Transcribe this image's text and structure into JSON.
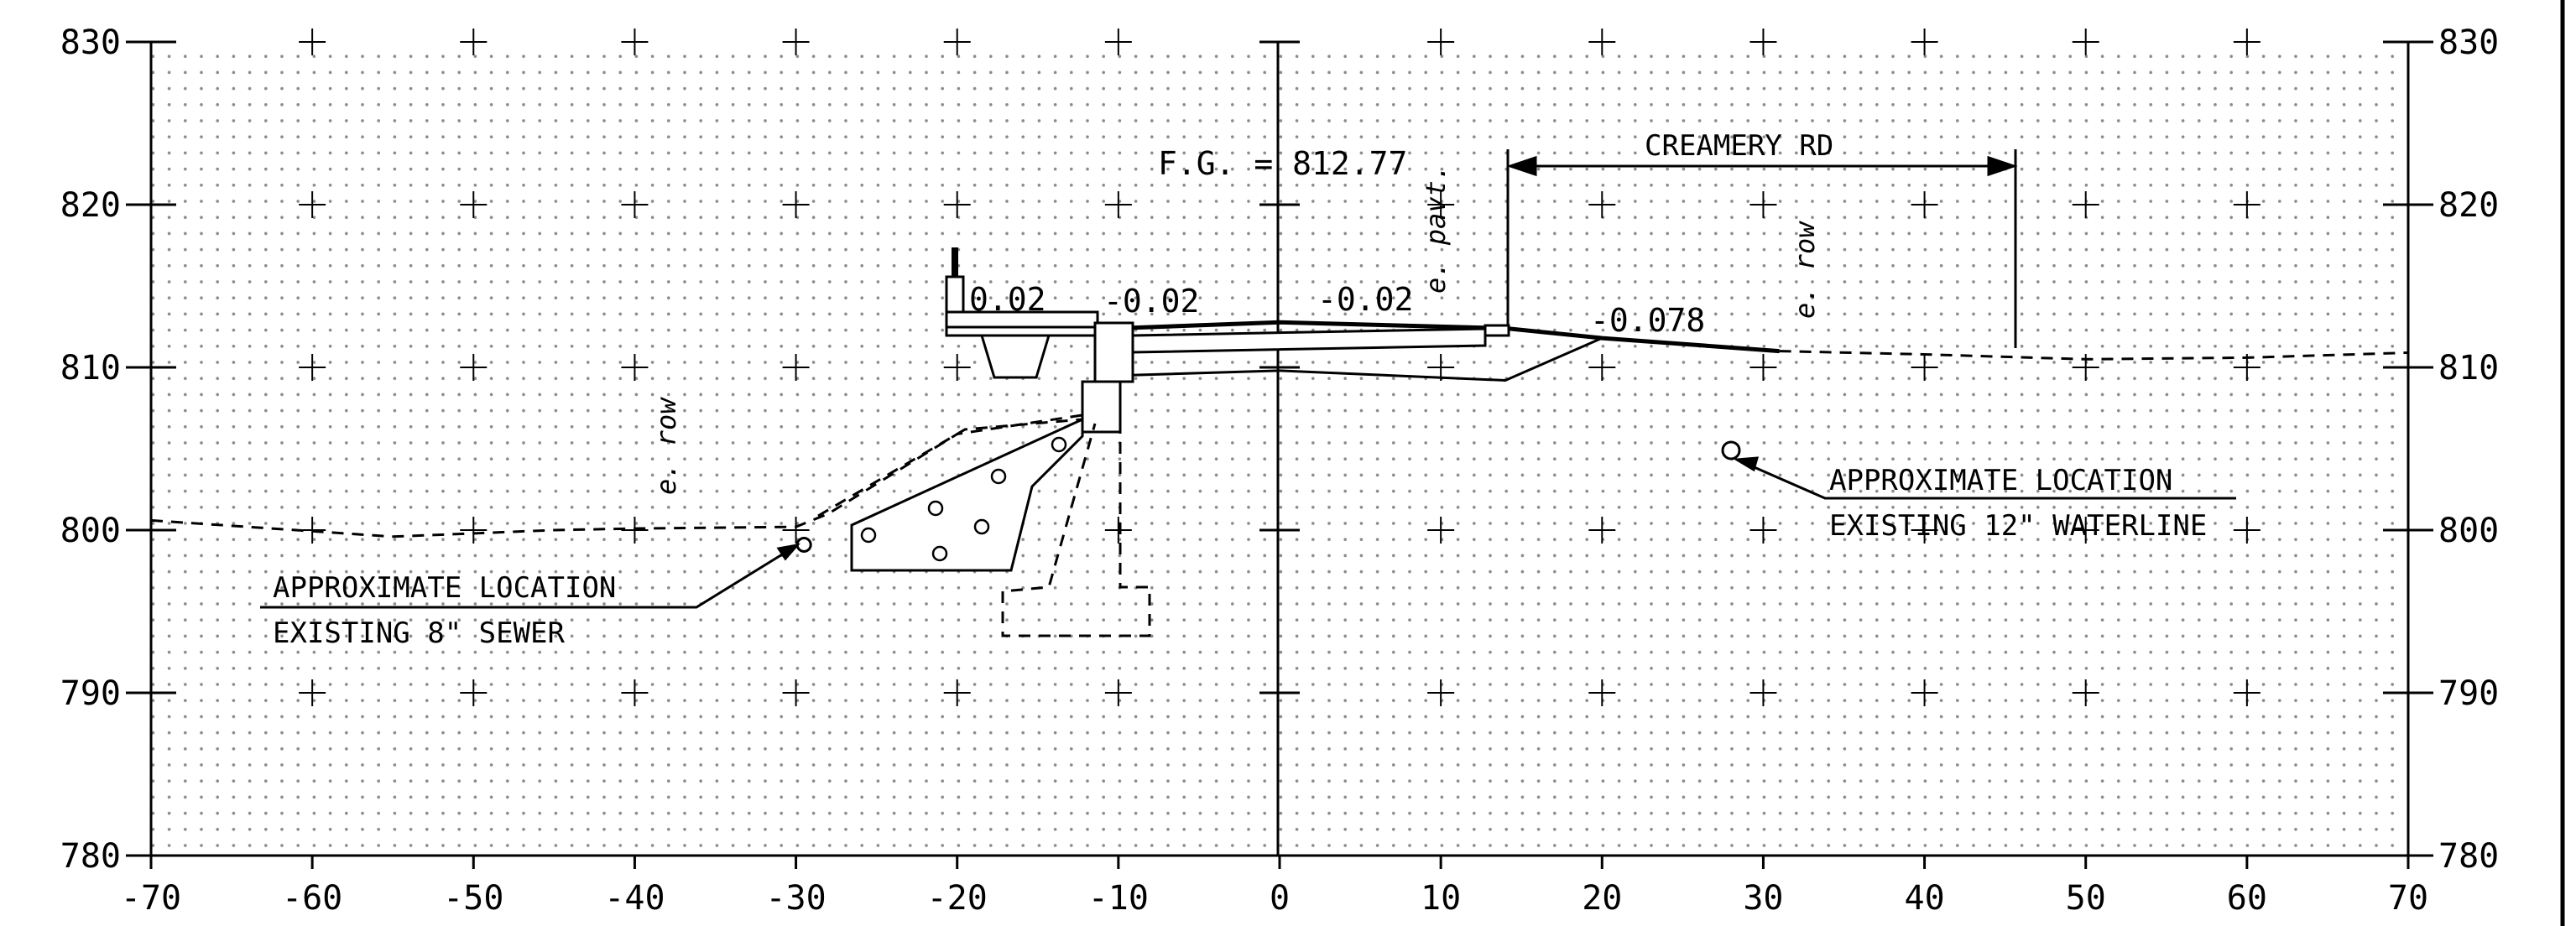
{
  "axis": {
    "x_ticks": [
      -70,
      -60,
      -50,
      -40,
      -30,
      -20,
      -10,
      0,
      10,
      20,
      30,
      40,
      50,
      60,
      70
    ],
    "x_tick_labels": [
      "-70",
      "-60",
      "-50",
      "-40",
      "-30",
      "-20",
      "-10",
      "0",
      "10",
      "20",
      "30",
      "40",
      "50",
      "60",
      "70"
    ],
    "y_ticks": [
      780,
      790,
      800,
      810,
      820,
      830
    ],
    "y_tick_labels": [
      "780",
      "790",
      "800",
      "810",
      "820",
      "830"
    ],
    "xlim": [
      -70,
      70
    ],
    "ylim": [
      780,
      830
    ]
  },
  "labels": {
    "fg": "F.G. = 812.77",
    "creamery": "CREAMERY RD",
    "slope_1": "0.02",
    "slope_2": "-0.02",
    "slope_3": "-0.02",
    "slope_4": "-0.078",
    "epavt": "e. pavt.",
    "erow_left": "e. row",
    "erow_right": "e. row",
    "sewer_1": "APPROXIMATE LOCATION",
    "sewer_2": "EXISTING 8\" SEWER",
    "water_1": "APPROXIMATE LOCATION",
    "water_2": "EXISTING 12\" WATERLINE"
  },
  "profiles": {
    "existing_ground": [
      [
        -70,
        800.6
      ],
      [
        -55,
        799.6
      ],
      [
        -45,
        800.0
      ],
      [
        -40,
        800.1
      ],
      [
        -30,
        800.2
      ],
      [
        -28,
        801.0
      ],
      [
        -20,
        805.9
      ],
      [
        -10,
        807.4
      ]
    ],
    "existing_ground_right": [
      [
        31,
        811.0
      ],
      [
        40,
        810.8
      ],
      [
        50,
        810.5
      ],
      [
        60,
        810.6
      ],
      [
        70,
        810.9
      ]
    ],
    "proposed_surface": [
      [
        -10,
        812.4
      ],
      [
        0,
        812.77
      ],
      [
        14,
        812.4
      ],
      [
        20,
        811.8
      ],
      [
        31,
        811.0
      ]
    ],
    "subgrade": [
      [
        -10,
        809.5
      ],
      [
        0,
        809.8
      ],
      [
        14,
        809.2
      ],
      [
        20,
        811.8
      ]
    ]
  },
  "utilities": {
    "sewer": [
      -29.5,
      799.1
    ],
    "waterline": [
      28.0,
      804.9
    ]
  },
  "colors": {
    "line": "#000000",
    "grid_dot": "#8a8a8a"
  }
}
